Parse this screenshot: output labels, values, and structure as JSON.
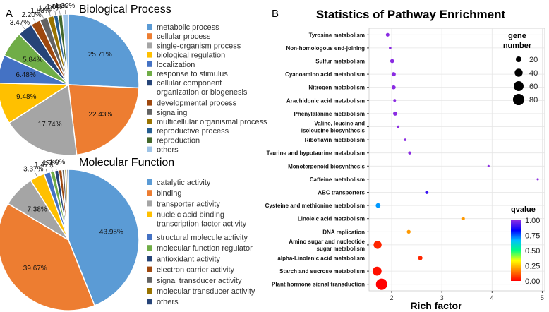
{
  "panel_a": {
    "letter": "A",
    "bp": {
      "title": "Biological Process",
      "slices": [
        {
          "name": "metabolic process",
          "value": 25.71,
          "label": "25.71%",
          "color": "#5B9BD5"
        },
        {
          "name": "cellular process",
          "value": 22.43,
          "label": "22.43%",
          "color": "#ED7D31"
        },
        {
          "name": "single-organism process",
          "value": 17.74,
          "label": "17.74%",
          "color": "#A5A5A5"
        },
        {
          "name": "biological regulation",
          "value": 9.48,
          "label": "9.48%",
          "color": "#FFC000"
        },
        {
          "name": "localization",
          "value": 6.48,
          "label": "6.48%",
          "color": "#4472C4"
        },
        {
          "name": "response to stimulus",
          "value": 5.84,
          "label": "5.84%",
          "color": "#70AD47"
        },
        {
          "name": "cellular component organization or biogenesis",
          "value": 3.47,
          "label": "3.47%",
          "color": "#264478"
        },
        {
          "name": "developmental process",
          "value": 2.2,
          "label": "2.20%",
          "color": "#9E480E"
        },
        {
          "name": "signaling",
          "value": 1.83,
          "label": "1.83%",
          "color": "#636363"
        },
        {
          "name": "multicellular organismal process",
          "value": 1.42,
          "label": "1.42%",
          "color": "#997300"
        },
        {
          "name": "reproductive process",
          "value": 1.0,
          "label": "1.0%",
          "color": "#255E91"
        },
        {
          "name": "reproduction",
          "value": 1.0,
          "label": "1.0%",
          "color": "#43682B"
        },
        {
          "name": "others",
          "value": 1.39,
          "label": "1.39%",
          "color": "#9DC3E6"
        }
      ],
      "legend": [
        [
          "metabolic process"
        ],
        [
          "cellular process"
        ],
        [
          "single-organism process"
        ],
        [
          "biological regulation"
        ],
        [
          "localization"
        ],
        [
          "response to stimulus"
        ],
        [
          "cellular component",
          "organization or biogenesis"
        ],
        [
          "developmental process"
        ],
        [
          "signaling"
        ],
        [
          "multicellular organismal process"
        ],
        [
          "reproductive process"
        ],
        [
          "reproduction"
        ],
        [
          "others"
        ]
      ]
    },
    "mf": {
      "title": "Molecular Function",
      "slices": [
        {
          "name": "catalytic activity",
          "value": 43.95,
          "label": "43.95%",
          "color": "#5B9BD5"
        },
        {
          "name": "binding",
          "value": 39.67,
          "label": "39.67%",
          "color": "#ED7D31"
        },
        {
          "name": "transporter activity",
          "value": 7.38,
          "label": "7.38%",
          "color": "#A5A5A5"
        },
        {
          "name": "nucleic acid binding transcription factor activity",
          "value": 3.37,
          "label": "3.37%",
          "color": "#FFC000"
        },
        {
          "name": "structural molecule activity",
          "value": 1.47,
          "label": "1.47%",
          "color": "#4472C4"
        },
        {
          "name": "molecular function regulator",
          "value": 1.0,
          "label": "1.0%",
          "color": "#70AD47"
        },
        {
          "name": "antioxidant activity",
          "value": 0.9,
          "label": "<1.0%",
          "color": "#264478"
        },
        {
          "name": "electron carrier activity",
          "value": 0.8,
          "label": "",
          "color": "#9E480E"
        },
        {
          "name": "signal transducer activity",
          "value": 0.6,
          "label": "",
          "color": "#636363"
        },
        {
          "name": "molecular transducer activity",
          "value": 0.5,
          "label": "",
          "color": "#997300"
        },
        {
          "name": "others",
          "value": 0.36,
          "label": "",
          "color": "#264478"
        }
      ],
      "legend": [
        [
          "catalytic activity"
        ],
        [
          "binding"
        ],
        [
          "transporter activity"
        ],
        [
          "nucleic acid binding",
          "transcription factor activity"
        ],
        [
          "structural molecule activity"
        ],
        [
          "molecular function regulator"
        ],
        [
          "antioxidant activity"
        ],
        [
          "electron carrier activity"
        ],
        [
          "signal transducer activity"
        ],
        [
          "molecular transducer activity"
        ],
        [
          "others"
        ]
      ]
    }
  },
  "chart_data": {
    "type": "scatter",
    "panel_letter": "B",
    "title": "Statistics of Pathway Enrichment",
    "xlabel": "Rich factor",
    "ylabel": "",
    "xlim": [
      1.55,
      5.05
    ],
    "xticks": [
      2,
      3,
      4,
      5
    ],
    "grid": true,
    "size_legend": {
      "title": [
        "gene",
        "number"
      ],
      "values": [
        20,
        40,
        60,
        80
      ]
    },
    "color_legend": {
      "title": "qvalue",
      "ticks": [
        "1.00",
        "0.75",
        "0.50",
        "0.25",
        "0.00"
      ],
      "colors": [
        "#8A2BE2",
        "#0000FF",
        "#00BFFF",
        "#00FF80",
        "#FFFF00",
        "#FF8000",
        "#FF0000"
      ]
    },
    "points": [
      {
        "pathway": "Tyrosine metabolism",
        "rich_factor": 1.92,
        "gene_number": 8,
        "qvalue": 1.0
      },
      {
        "pathway": "Non-homologous end-joining",
        "rich_factor": 1.97,
        "gene_number": 4,
        "qvalue": 1.0
      },
      {
        "pathway": "Sulfur metabolism",
        "rich_factor": 2.01,
        "gene_number": 10,
        "qvalue": 1.0
      },
      {
        "pathway": "Cyanoamino acid metabolism",
        "rich_factor": 2.04,
        "gene_number": 11,
        "qvalue": 1.0
      },
      {
        "pathway": "Nitrogen metabolism",
        "rich_factor": 2.04,
        "gene_number": 10,
        "qvalue": 1.0
      },
      {
        "pathway": "Arachidonic acid metabolism",
        "rich_factor": 2.06,
        "gene_number": 5,
        "qvalue": 1.0
      },
      {
        "pathway": "Phenylalanine metabolism",
        "rich_factor": 2.07,
        "gene_number": 11,
        "qvalue": 1.0
      },
      {
        "pathway": "Valine, leucine and\nisoleucine biosynthesis",
        "rich_factor": 2.13,
        "gene_number": 4,
        "qvalue": 1.0
      },
      {
        "pathway": "Riboflavin metabolism",
        "rich_factor": 2.27,
        "gene_number": 4,
        "qvalue": 1.0
      },
      {
        "pathway": "Taurine and hypotaurine metabolism",
        "rich_factor": 2.36,
        "gene_number": 6,
        "qvalue": 1.0
      },
      {
        "pathway": "Monoterpenoid biosynthesis",
        "rich_factor": 3.93,
        "gene_number": 3,
        "qvalue": 1.0
      },
      {
        "pathway": "Caffeine metabolism",
        "rich_factor": 4.91,
        "gene_number": 3,
        "qvalue": 1.0
      },
      {
        "pathway": "ABC transporters",
        "rich_factor": 2.7,
        "gene_number": 7,
        "qvalue": 0.9
      },
      {
        "pathway": "Cysteine and methionine metabolism",
        "rich_factor": 1.73,
        "gene_number": 14,
        "qvalue": 0.7
      },
      {
        "pathway": "Linoleic acid metabolism",
        "rich_factor": 3.43,
        "gene_number": 5,
        "qvalue": 0.2
      },
      {
        "pathway": "DNA replication",
        "rich_factor": 2.34,
        "gene_number": 9,
        "qvalue": 0.2
      },
      {
        "pathway": "Amino sugar and nucleotide\nsugar metabolism",
        "rich_factor": 1.72,
        "gene_number": 40,
        "qvalue": 0.05
      },
      {
        "pathway": "alpha-Linolenic acid metabolism",
        "rich_factor": 2.57,
        "gene_number": 12,
        "qvalue": 0.05
      },
      {
        "pathway": "Starch and sucrose metabolism",
        "rich_factor": 1.71,
        "gene_number": 50,
        "qvalue": 0.02
      },
      {
        "pathway": "Plant hormone signal transduction",
        "rich_factor": 1.8,
        "gene_number": 80,
        "qvalue": 0.0
      }
    ]
  }
}
